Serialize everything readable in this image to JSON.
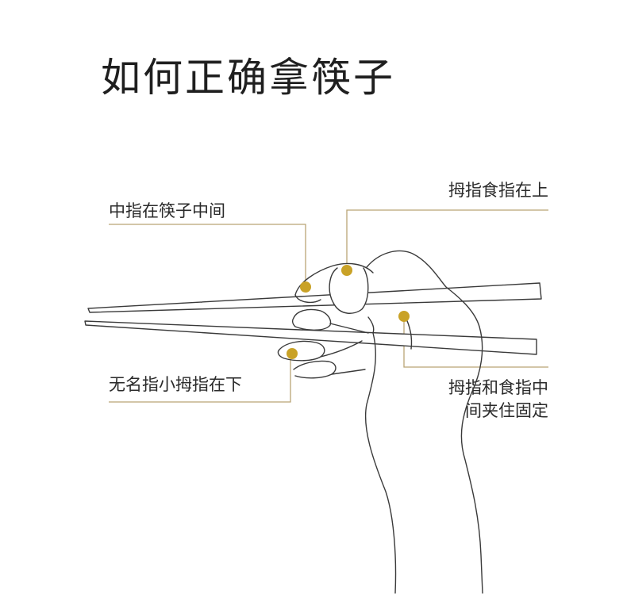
{
  "title": "如何正确拿筷子",
  "labels": {
    "middle_finger": "中指在筷子中间",
    "thumb_index_top": "拇指食指在上",
    "ring_little_bottom": "无名指小拇指在下",
    "thumb_index_pinch_line1": "拇指和食指中",
    "thumb_index_pinch_line2": "间夹住固定"
  },
  "colors": {
    "marker": "#c9a227",
    "leader_line": "#b9a575",
    "sketch": "#3a3a3a"
  }
}
